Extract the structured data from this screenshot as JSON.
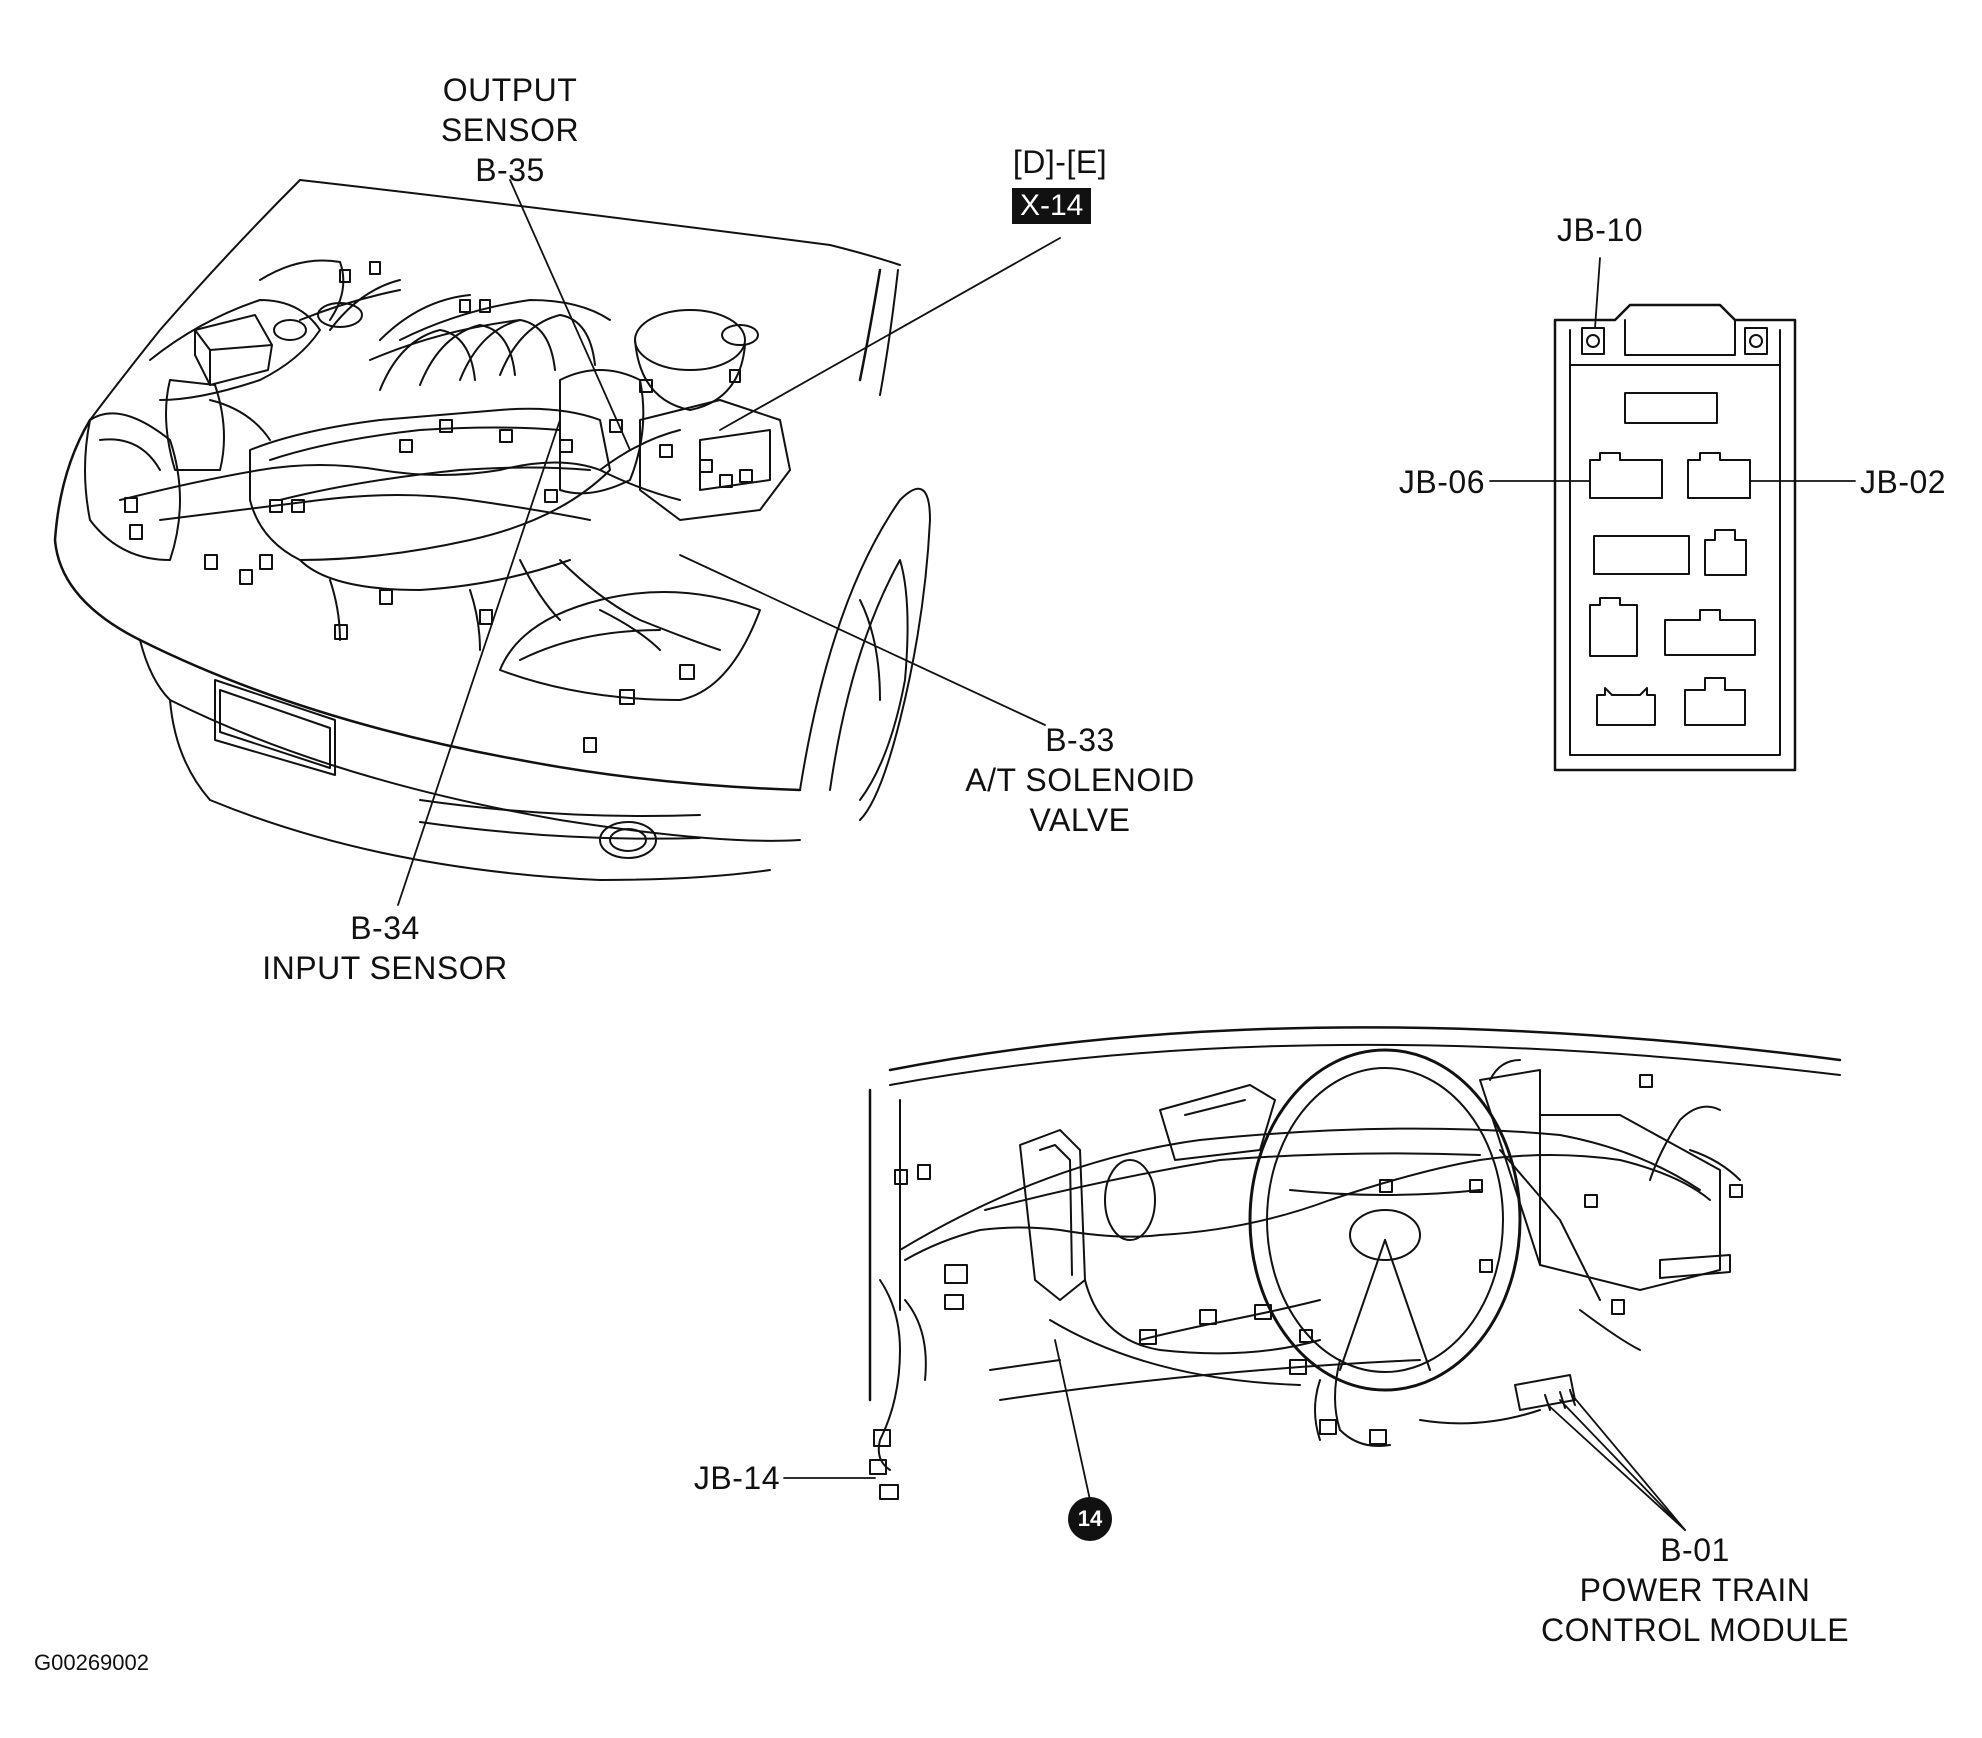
{
  "labels": {
    "output_sensor": [
      "OUTPUT",
      "SENSOR",
      "B-35"
    ],
    "section_ref": "[D]-[E]",
    "x14_tag": "X-14",
    "jb10": "JB-10",
    "jb06": "JB-06",
    "jb02": "JB-02",
    "b33": [
      "B-33",
      "A/T SOLENOID",
      "VALVE"
    ],
    "b34": [
      "B-34",
      "INPUT SENSOR"
    ],
    "jb14": "JB-14",
    "callout_14": "14",
    "b01": [
      "B-01",
      "POWER TRAIN",
      "CONTROL MODULE"
    ],
    "figure_id": "G00269002"
  }
}
